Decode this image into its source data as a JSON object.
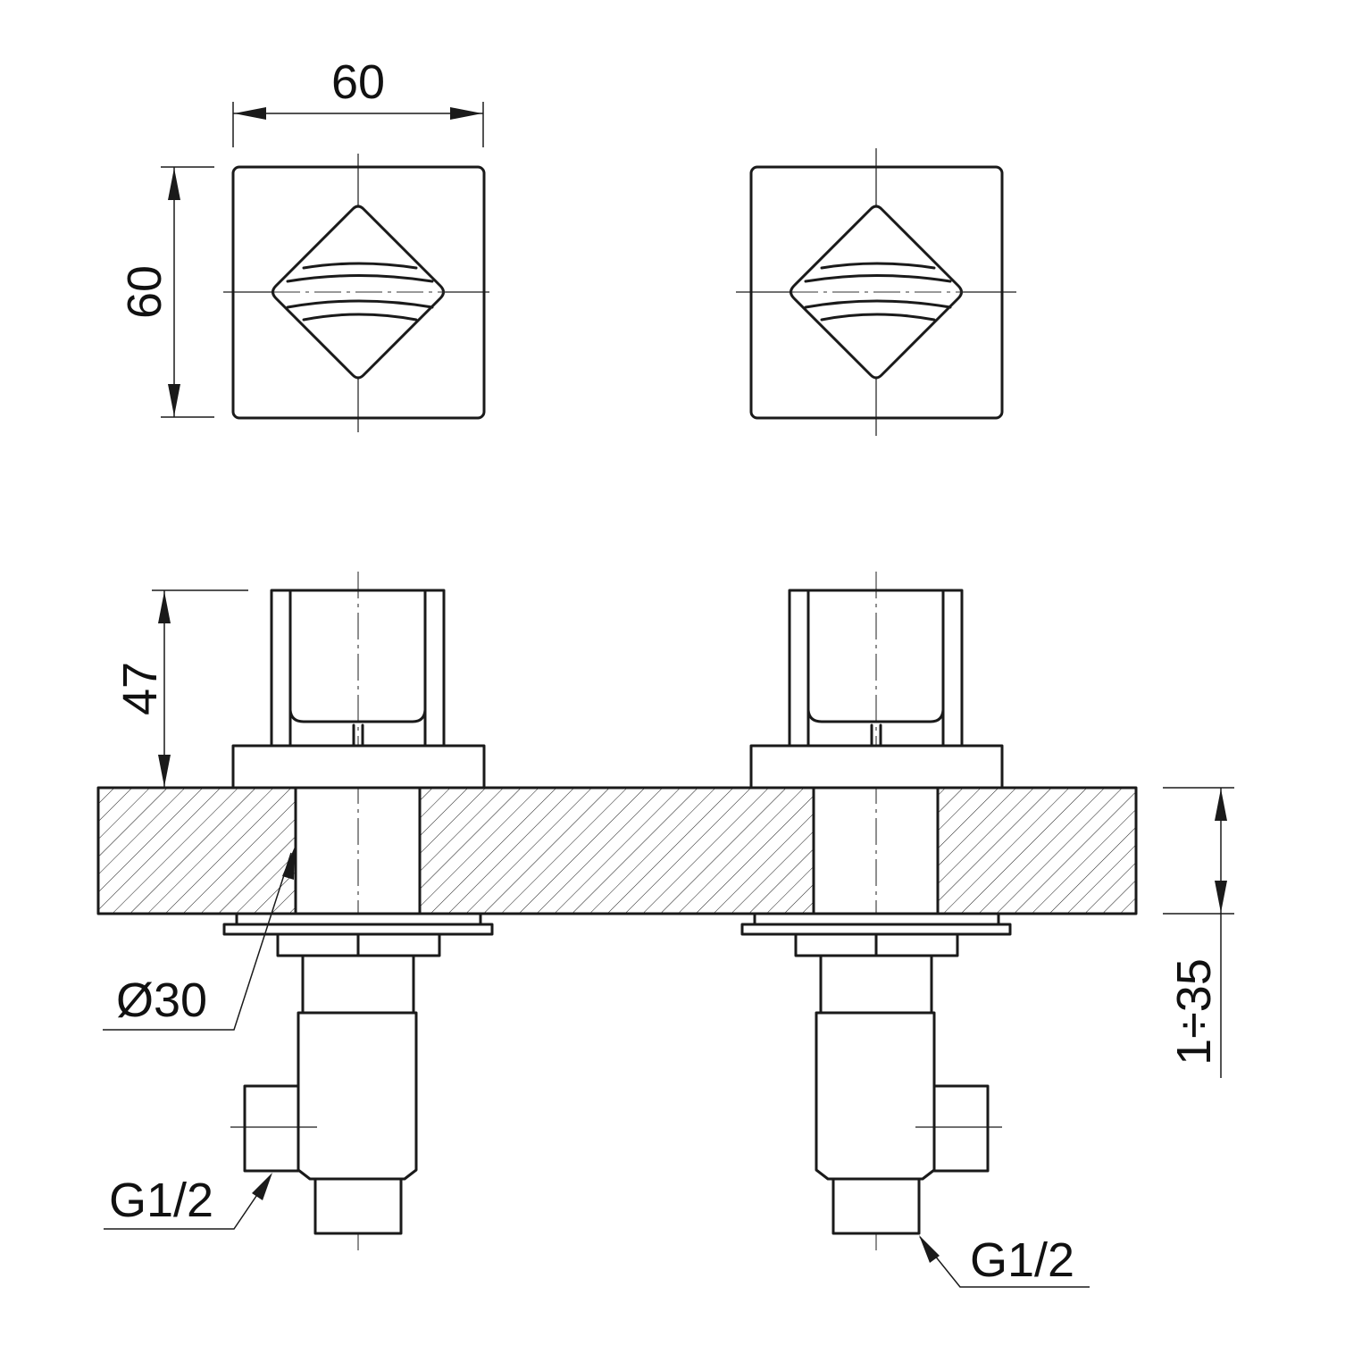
{
  "labels": {
    "front_width": "60",
    "front_height": "60",
    "projection_height": "47",
    "wall_thickness_range": "1÷35",
    "hole_diameter": "Ø30",
    "left_connection": "G1/2",
    "right_connection": "G1/2"
  },
  "colors": {
    "line": "#1a1a1a",
    "background": "#ffffff"
  }
}
